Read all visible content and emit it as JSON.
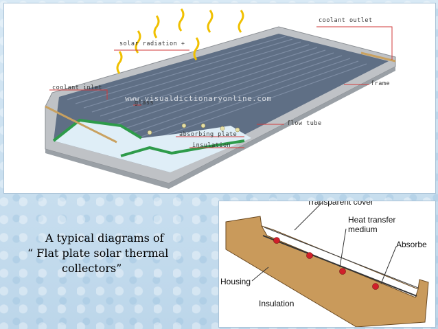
{
  "top_diagram": {
    "labels": {
      "coolant_outlet": "coolant outlet",
      "solar_radiation": "solar radiation +",
      "frame": "frame",
      "coolant_inlet": "coolant inlet",
      "glass": "glass",
      "flow_tube": "flow tube",
      "absorbing_plate": "absorbing plate",
      "insulation": "insulation"
    },
    "watermark": "www.visualdictionaryonline.com"
  },
  "caption": {
    "line1": "A typical diagrams of",
    "line2": "“ Flat plate solar thermal",
    "line3": "collectors”"
  },
  "cross_section": {
    "labels": {
      "transparent_cover": "Transparent cover",
      "heat_transfer_1": "Heat transfer",
      "heat_transfer_2": "medium",
      "absorber": "Absorbe",
      "housing": "Housing",
      "insulation": "Insulation"
    }
  },
  "colors": {
    "leader_red": "#d23a3a",
    "glass_green": "#2e9b4a",
    "insulation_tan": "#c99a5b",
    "tube_dot": "#d0202a"
  }
}
